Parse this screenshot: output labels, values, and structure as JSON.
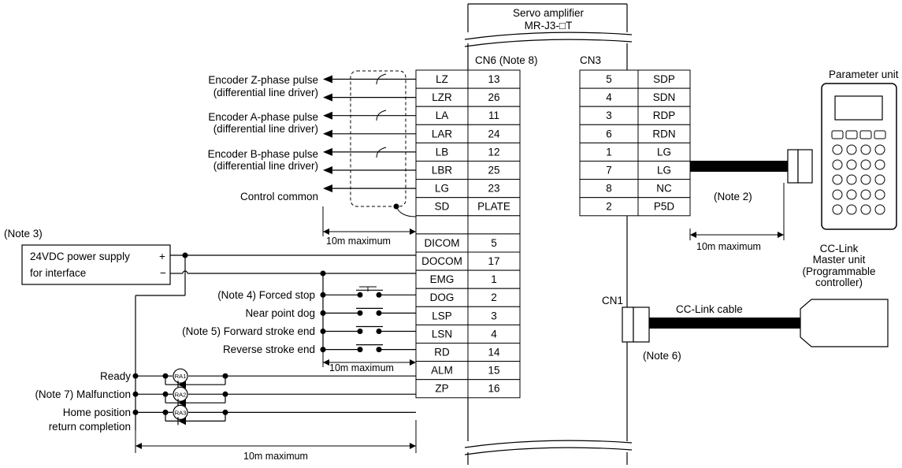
{
  "amplifier": {
    "title_line1": "Servo amplifier",
    "title_line2": "MR-J3-□T"
  },
  "cn6": {
    "header": "CN6 (Note 8)",
    "rows": [
      {
        "signal": "LZ",
        "pin": "13"
      },
      {
        "signal": "LZR",
        "pin": "26"
      },
      {
        "signal": "LA",
        "pin": "11"
      },
      {
        "signal": "LAR",
        "pin": "24"
      },
      {
        "signal": "LB",
        "pin": "12"
      },
      {
        "signal": "LBR",
        "pin": "25"
      },
      {
        "signal": "LG",
        "pin": "23"
      },
      {
        "signal": "SD",
        "pin": "PLATE"
      },
      {
        "signal": "",
        "pin": ""
      },
      {
        "signal": "DICOM",
        "pin": "5"
      },
      {
        "signal": "DOCOM",
        "pin": "17"
      },
      {
        "signal": "EMG",
        "pin": "1"
      },
      {
        "signal": "DOG",
        "pin": "2"
      },
      {
        "signal": "LSP",
        "pin": "3"
      },
      {
        "signal": "LSN",
        "pin": "4"
      },
      {
        "signal": "RD",
        "pin": "14"
      },
      {
        "signal": "ALM",
        "pin": "15"
      },
      {
        "signal": "ZP",
        "pin": "16"
      }
    ]
  },
  "cn3": {
    "header": "CN3",
    "rows": [
      {
        "pin": "5",
        "signal": "SDP"
      },
      {
        "pin": "4",
        "signal": "SDN"
      },
      {
        "pin": "3",
        "signal": "RDP"
      },
      {
        "pin": "6",
        "signal": "RDN"
      },
      {
        "pin": "1",
        "signal": "LG"
      },
      {
        "pin": "7",
        "signal": "LG"
      },
      {
        "pin": "8",
        "signal": "NC"
      },
      {
        "pin": "2",
        "signal": "P5D"
      }
    ]
  },
  "cn1": {
    "label": "CN1"
  },
  "encoder_labels": [
    {
      "line1": "Encoder Z-phase pulse",
      "line2": "(differential line driver)"
    },
    {
      "line1": "Encoder A-phase pulse",
      "line2": "(differential line driver)"
    },
    {
      "line1": "Encoder B-phase pulse",
      "line2": "(differential line driver)"
    }
  ],
  "control_common": "Control common",
  "note3": "(Note 3)",
  "power_supply": {
    "line1": "24VDC power supply",
    "line2": "for interface",
    "plus": "+",
    "minus": "−"
  },
  "inputs": [
    "(Note 4) Forced stop",
    "Near point dog",
    "(Note 5) Forward stroke end",
    "Reverse stroke end"
  ],
  "outputs": [
    {
      "label": "Ready",
      "relay": "RA1"
    },
    {
      "label": "(Note 7) Malfunction",
      "relay": "RA2"
    },
    {
      "label": "Home position",
      "label2": "return completion",
      "relay": "RA3"
    }
  ],
  "dimensions": {
    "encoder": "10m maximum",
    "inputs": "10m maximum",
    "outputs": "10m maximum",
    "parameter_unit": "10m maximum"
  },
  "parameter_unit": {
    "label": "Parameter unit",
    "note": "(Note 2)"
  },
  "cc_link": {
    "master_line1": "CC-Link",
    "master_line2": "Master unit",
    "master_line3": "(Programmable",
    "master_line4": "controller)",
    "cable": "CC-Link cable",
    "note": "(Note 6)"
  }
}
